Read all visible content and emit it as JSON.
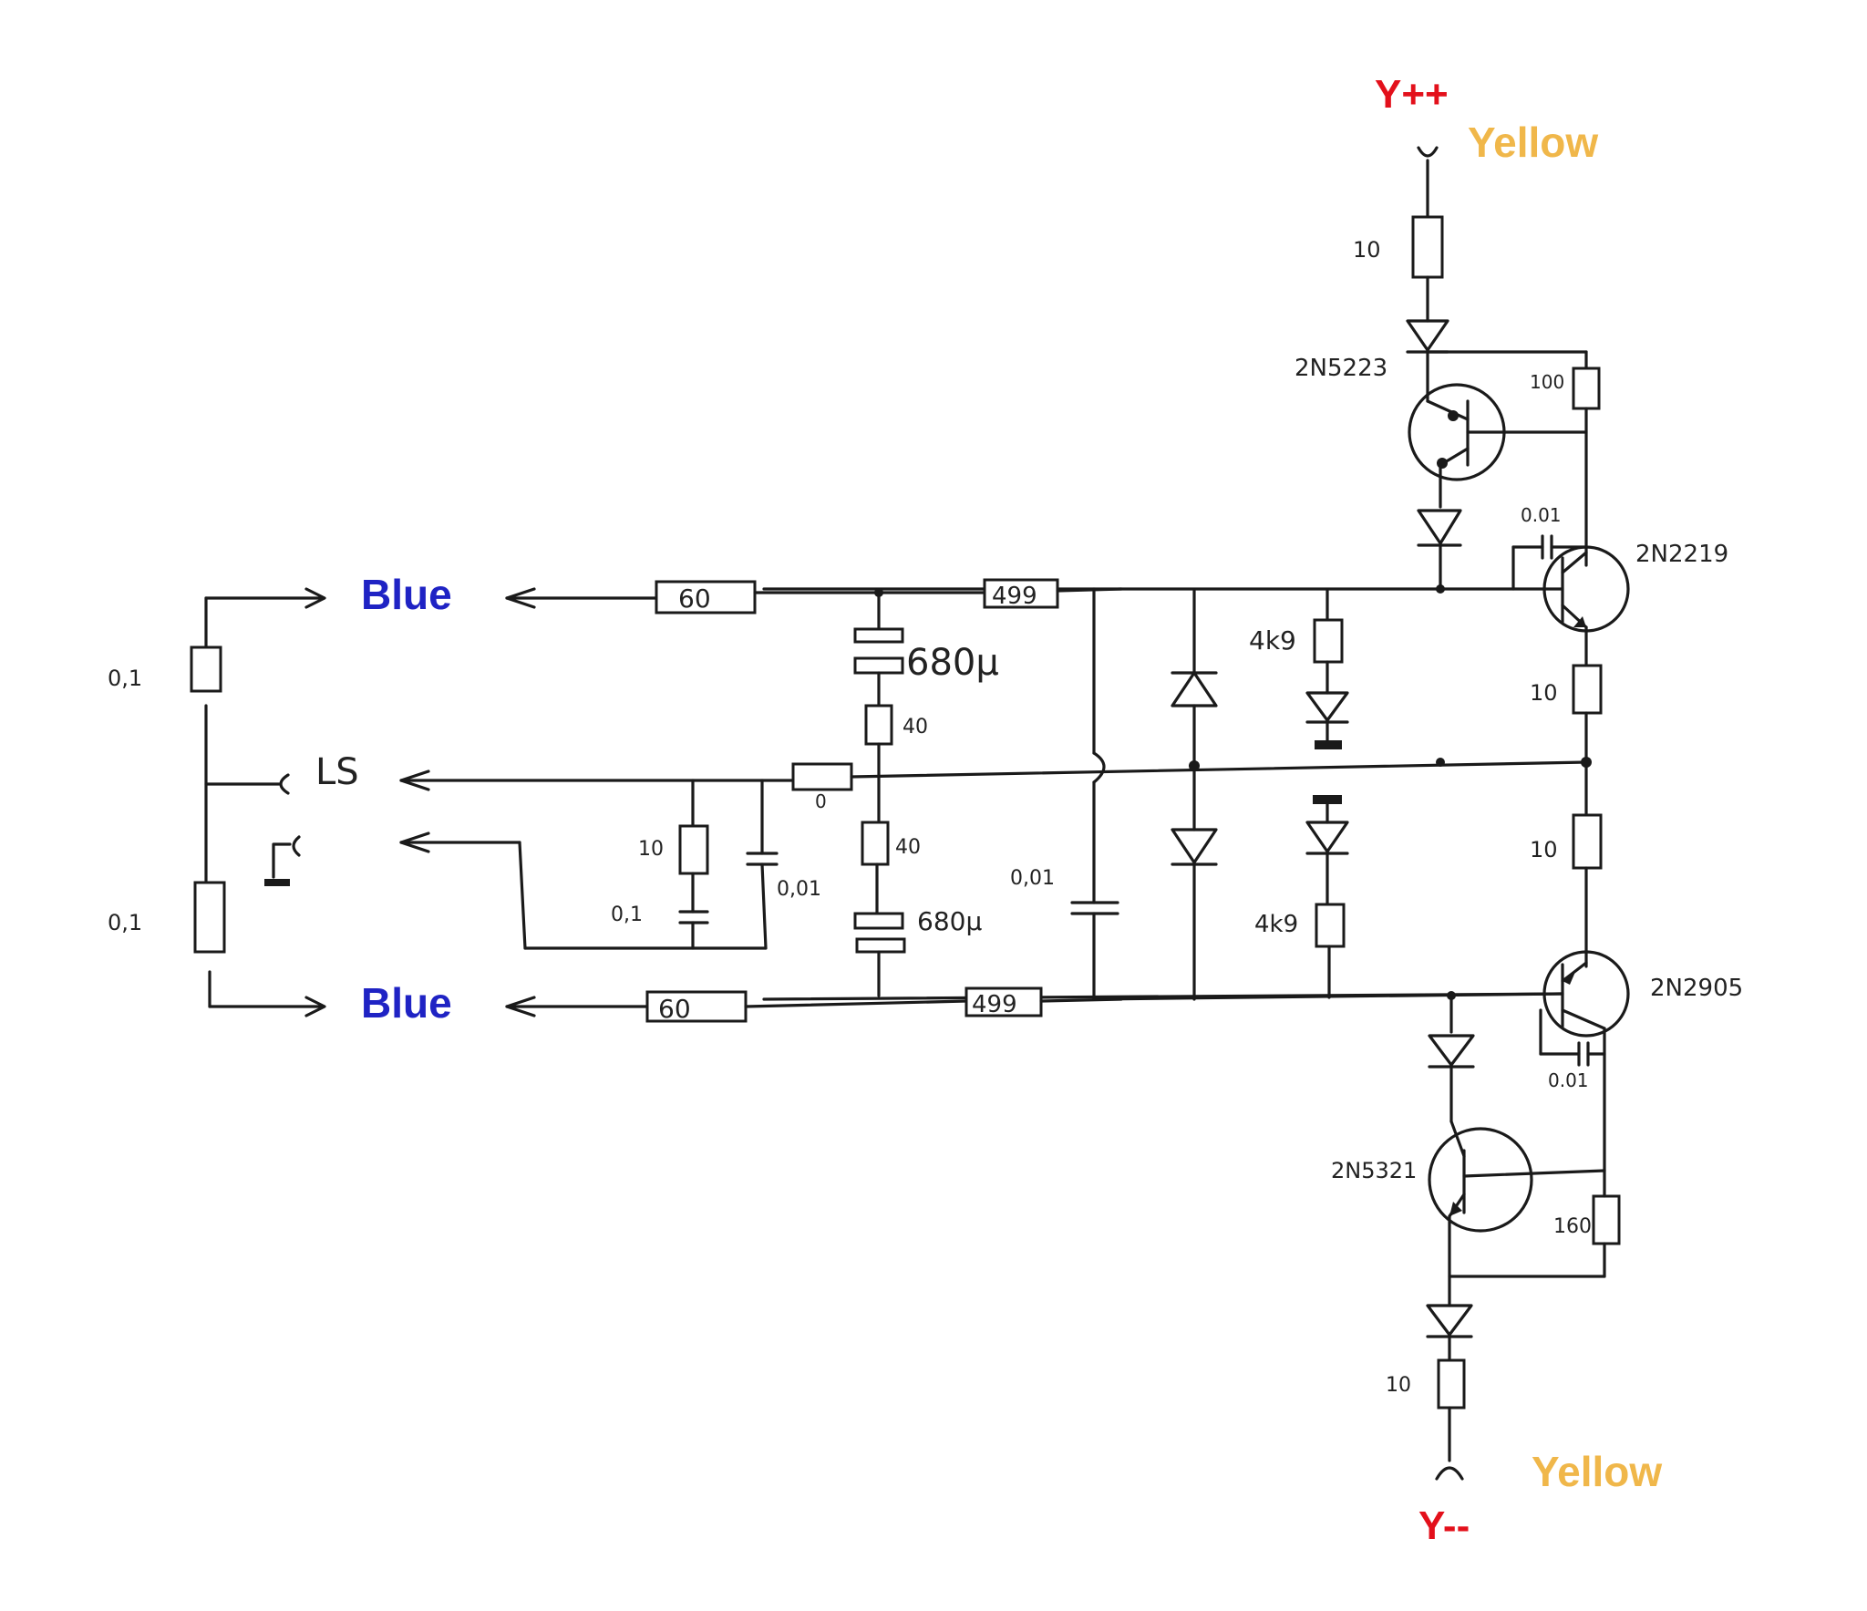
{
  "colors": {
    "wire": "#1a1a1a",
    "blue_label": "#1f23c4",
    "yellow_label": "#f0b74a",
    "rail_label": "#e3101b"
  },
  "terminals": {
    "top_rail": "Y++",
    "top_color": "Yellow",
    "bottom_rail": "Y--",
    "bottom_color": "Yellow",
    "blue_top": "Blue",
    "blue_bottom": "Blue",
    "ls": "LS"
  },
  "components": {
    "r_top_10": "10",
    "q_2n5223": "2N5223",
    "r_100": "100",
    "c_top_001": "0.01",
    "q_2n2219": "2N2219",
    "r_mid_top_10": "10",
    "r_mid_bot_10": "10",
    "q_2n2905": "2N2905",
    "c_bot_001": "0.01",
    "q_2n5321": "2N5321",
    "r_160": "160",
    "r_bot_10": "10",
    "r_60_top": "60",
    "r_499_top": "499",
    "c_680u_top": "680µ",
    "r_40_top": "40",
    "r_zero": "0",
    "r_40_bot": "40",
    "c_680u_bot": "680µ",
    "r_10_left": "10",
    "c_01_left": "0,1",
    "c_001_left": "0,01",
    "c_001_center": "0,01",
    "r_4k9_top": "4k9",
    "r_4k9_bot": "4k9",
    "r_60_bot": "60",
    "r_499_bot": "499",
    "c_01_top_left": "0,1",
    "c_01_bot_left": "0,1"
  }
}
